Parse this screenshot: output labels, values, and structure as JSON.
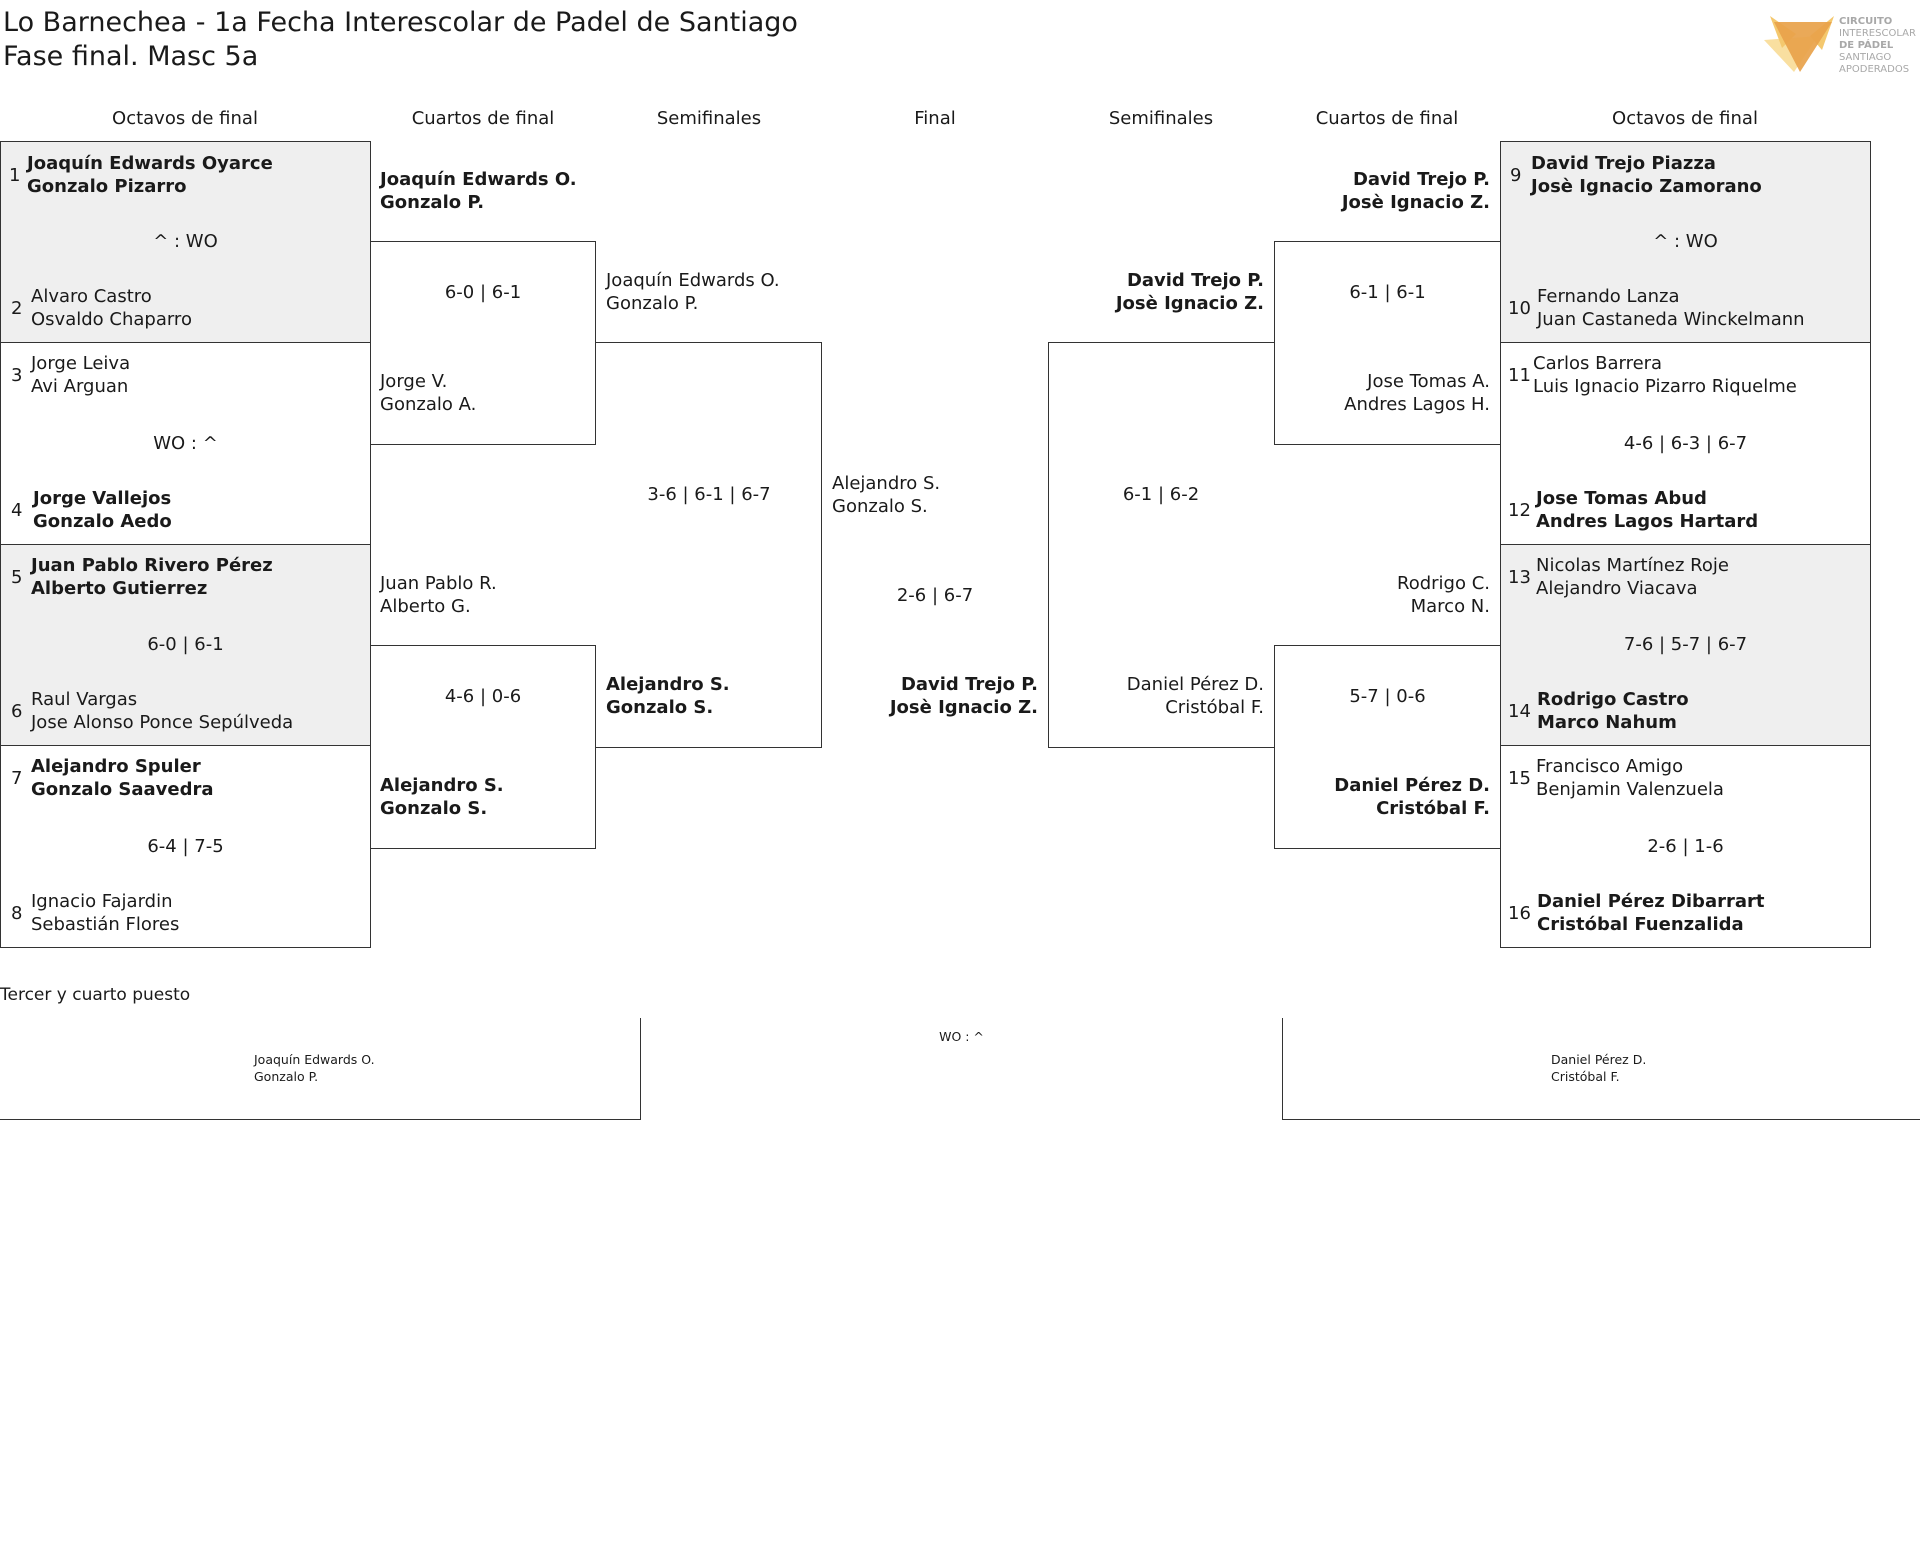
{
  "title": {
    "line1": "Lo Barnechea - 1a Fecha Interescolar de Padel de Santiago",
    "line2": "Fase final. Masc 5a"
  },
  "logo": {
    "line1": "CIRCUITO",
    "line2": "INTERESCOLAR",
    "line3": "DE PÁDEL",
    "line4": "SANTIAGO",
    "line5": "APODERADOS",
    "colors": [
      "#f4c86e",
      "#e8a24a",
      "#f9dfa0"
    ]
  },
  "rounds": {
    "left_r16": "Octavos de final",
    "left_qf": "Cuartos de final",
    "left_sf": "Semifinales",
    "final": "Final",
    "right_sf": "Semifinales",
    "right_qf": "Cuartos de final",
    "right_r16": "Octavos de final"
  },
  "r16_left": [
    {
      "score": "^ : WO",
      "top": {
        "seed": "1",
        "p1": "Joaquín Edwards Oyarce",
        "p2": "Gonzalo Pizarro",
        "winner": true
      },
      "bottom": {
        "seed": "2",
        "p1": "Alvaro Castro",
        "p2": "Osvaldo Chaparro",
        "winner": false
      }
    },
    {
      "score": "WO : ^",
      "top": {
        "seed": "3",
        "p1": "Jorge Leiva",
        "p2": "Avi Arguan",
        "winner": false
      },
      "bottom": {
        "seed": "4",
        "p1": "Jorge Vallejos",
        "p2": "Gonzalo Aedo",
        "winner": true
      }
    },
    {
      "score": "6-0 | 6-1",
      "top": {
        "seed": "5",
        "p1": "Juan Pablo Rivero Pérez",
        "p2": "Alberto Gutierrez",
        "winner": true
      },
      "bottom": {
        "seed": "6",
        "p1": "Raul Vargas",
        "p2": "Jose Alonso Ponce Sepúlveda",
        "winner": false
      }
    },
    {
      "score": "6-4 | 7-5",
      "top": {
        "seed": "7",
        "p1": "Alejandro Spuler",
        "p2": "Gonzalo Saavedra",
        "winner": true
      },
      "bottom": {
        "seed": "8",
        "p1": "Ignacio Fajardin",
        "p2": "Sebastián Flores",
        "winner": false
      }
    }
  ],
  "r16_right": [
    {
      "score": "^ : WO",
      "top": {
        "seed": "9",
        "p1": "David Trejo Piazza",
        "p2": "Josè Ignacio Zamorano",
        "winner": true
      },
      "bottom": {
        "seed": "10",
        "p1": "Fernando Lanza",
        "p2": "Juan Castaneda Winckelmann",
        "winner": false
      }
    },
    {
      "score": "4-6 | 6-3 | 6-7",
      "top": {
        "seed": "11",
        "p1": "Carlos Barrera",
        "p2": "Luis Ignacio Pizarro Riquelme",
        "winner": false
      },
      "bottom": {
        "seed": "12",
        "p1": "Jose Tomas Abud",
        "p2": "Andres Lagos Hartard",
        "winner": true
      }
    },
    {
      "score": "7-6 | 5-7 | 6-7",
      "top": {
        "seed": "13",
        "p1": "Nicolas Martínez Roje",
        "p2": "Alejandro Viacava",
        "winner": false
      },
      "bottom": {
        "seed": "14",
        "p1": "Rodrigo Castro",
        "p2": "Marco Nahum",
        "winner": true
      }
    },
    {
      "score": "2-6 | 1-6",
      "top": {
        "seed": "15",
        "p1": "Francisco Amigo",
        "p2": "Benjamin Valenzuela",
        "winner": false
      },
      "bottom": {
        "seed": "16",
        "p1": "Daniel Pérez Dibarrart",
        "p2": "Cristóbal Fuenzalida",
        "winner": true
      }
    }
  ],
  "qf_left": [
    {
      "score": "6-0 | 6-1",
      "top": {
        "p1": "Joaquín Edwards O.",
        "p2": "Gonzalo P.",
        "winner": true
      },
      "bottom": {
        "p1": "Jorge V.",
        "p2": "Gonzalo A.",
        "winner": false
      }
    },
    {
      "score": "4-6 | 0-6",
      "top": {
        "p1": "Juan Pablo R.",
        "p2": "Alberto G.",
        "winner": false
      },
      "bottom": {
        "p1": "Alejandro S.",
        "p2": "Gonzalo S.",
        "winner": true
      }
    }
  ],
  "qf_right": [
    {
      "score": "6-1 | 6-1",
      "top": {
        "p1": "David Trejo P.",
        "p2": "Josè Ignacio Z.",
        "winner": true
      },
      "bottom": {
        "p1": "Jose Tomas A.",
        "p2": "Andres Lagos H.",
        "winner": false
      }
    },
    {
      "score": "5-7 | 0-6",
      "top": {
        "p1": "Rodrigo C.",
        "p2": "Marco N.",
        "winner": false
      },
      "bottom": {
        "p1": "Daniel Pérez D.",
        "p2": "Cristóbal F.",
        "winner": true
      }
    }
  ],
  "sf_left": {
    "score": "3-6 | 6-1 | 6-7",
    "top": {
      "p1": "Joaquín Edwards O.",
      "p2": "Gonzalo P.",
      "winner": false
    },
    "bottom": {
      "p1": "Alejandro S.",
      "p2": "Gonzalo S.",
      "winner": true
    }
  },
  "sf_right": {
    "score": "6-1 | 6-2",
    "top": {
      "p1": "David Trejo P.",
      "p2": "Josè Ignacio Z.",
      "winner": true
    },
    "bottom": {
      "p1": "Daniel Pérez D.",
      "p2": "Cristóbal F.",
      "winner": false
    }
  },
  "final": {
    "score": "2-6 | 6-7",
    "top": {
      "p1": "Alejandro S.",
      "p2": "Gonzalo S.",
      "winner": false
    },
    "bottom": {
      "p1": "David Trejo P.",
      "p2": "Josè Ignacio Z.",
      "winner": true
    }
  },
  "third_place": {
    "title": "Tercer y cuarto puesto",
    "score": "WO : ^",
    "left": {
      "p1": "Joaquín Edwards O.",
      "p2": "Gonzalo P."
    },
    "right": {
      "p1": "Daniel Pérez D.",
      "p2": "Cristóbal F."
    }
  }
}
